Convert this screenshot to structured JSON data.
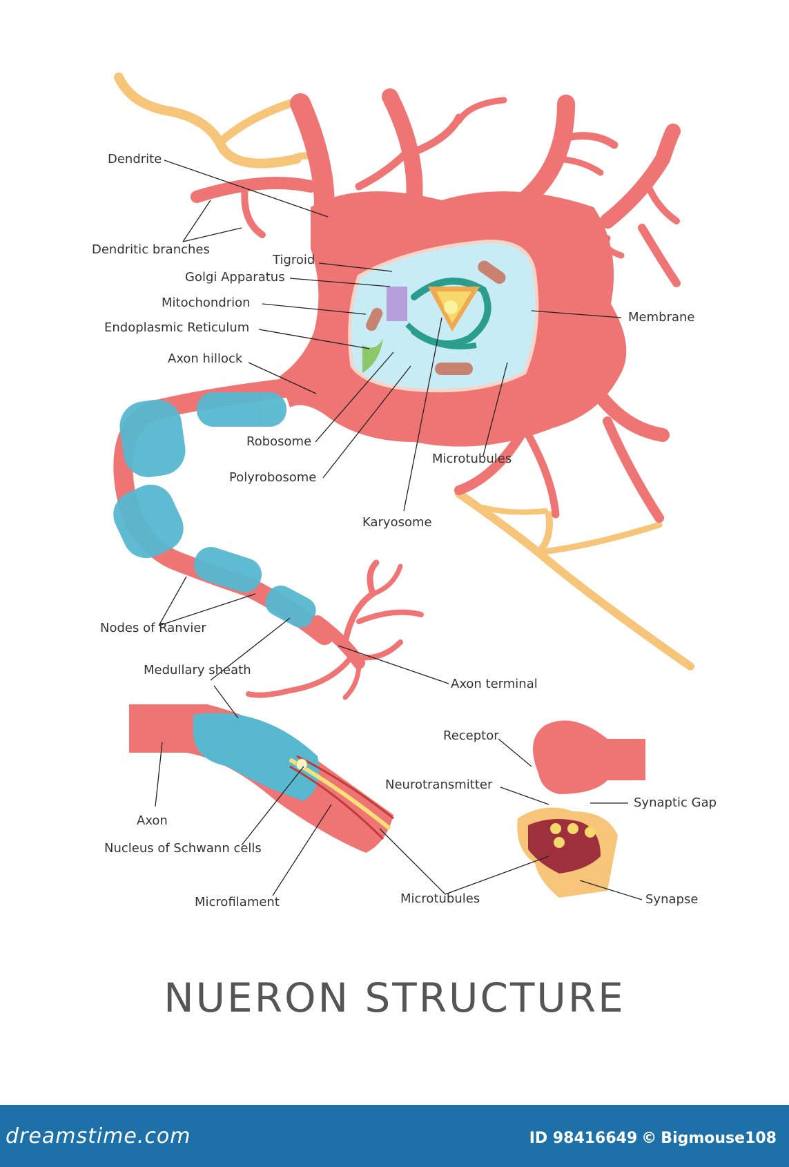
{
  "title": "NUERON STRUCTURE",
  "colors": {
    "body": "#ef7474",
    "myelin": "#57b8cf",
    "dendrite_ext": "#f7c57a",
    "nucleus": "#c8ecf5",
    "footer": "#1d70a8",
    "label_text": "#333333"
  },
  "labels": {
    "dendrite": "Dendrite",
    "dendritic_branches": "Dendritic branches",
    "tigroid": "Tigroid",
    "golgi": "Golgi Apparatus",
    "mitochondrion": "Mitochondrion",
    "endoplasmic": "Endoplasmic Reticulum",
    "axon_hillock": "Axon hillock",
    "membrane": "Membrane",
    "robosome": "Robosome",
    "polyrobosome": "Polyrobosome",
    "microtubules_top": "Microtubules",
    "karyosome": "Karyosome",
    "nodes_ranvier": "Nodes of Ranvier",
    "medullary_sheath": "Medullary sheath",
    "axon_terminal": "Axon terminal",
    "receptor": "Receptor",
    "neurotransmitter": "Neurotransmitter",
    "synaptic_gap": "Synaptic Gap",
    "axon": "Axon",
    "nucleus_schwann": "Nucleus of Schwann cells",
    "microfilament": "Microfilament",
    "microtubules_bottom": "Microtubules",
    "synapse": "Synapse"
  },
  "footer": {
    "brand": "dreamstime.com",
    "id": "ID 98416649",
    "copyright": "©",
    "author": "Bigmouse108"
  }
}
